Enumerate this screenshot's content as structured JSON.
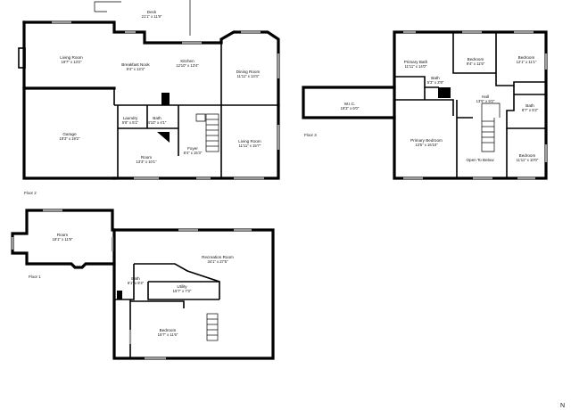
{
  "floors": {
    "floor2": {
      "label": "Floor 2"
    },
    "floor1": {
      "label": "Floor 1"
    },
    "floor3": {
      "label": "Floor 3"
    }
  },
  "rooms": {
    "deck": {
      "name": "Deck",
      "dims": "21'1\" x 11'9\""
    },
    "living_room_1": {
      "name": "Living Room",
      "dims": "19'7\" x 13'2\""
    },
    "breakfast_nook": {
      "name": "Breakfast Nook",
      "dims": "9'4\" x 13'4\""
    },
    "kitchen": {
      "name": "Kitchen",
      "dims": "12'10\" x 13'4\""
    },
    "dining_room": {
      "name": "Dining Room",
      "dims": "11'11\" x 13'4\""
    },
    "garage": {
      "name": "Garage",
      "dims": "19'3\" x 19'2\""
    },
    "laundry": {
      "name": "Laundry",
      "dims": "5'8\" x 5'1\""
    },
    "bath_f2": {
      "name": "Bath",
      "dims": "4'10\" x 4'1\""
    },
    "room_f2": {
      "name": "Room",
      "dims": "13'3\" x 10'1\""
    },
    "foyer": {
      "name": "Foyer",
      "dims": "8'4\" x 15'3\""
    },
    "living_room_2": {
      "name": "Living Room",
      "dims": "11'11\" x 15'7\""
    },
    "room_f1": {
      "name": "Room",
      "dims": "18'1\" x 11'9\""
    },
    "recreation_room": {
      "name": "Recreation Room",
      "dims": "34'1\" x 27'5\""
    },
    "bath_f1": {
      "name": "Bath",
      "dims": "6'1\" x 8'4\""
    },
    "utility": {
      "name": "Utility",
      "dims": "15'7\" x 7'3\""
    },
    "bedroom_f1": {
      "name": "Bedroom",
      "dims": "15'7\" x 11'6\""
    },
    "primary_bath": {
      "name": "Primary Bath",
      "dims": "11'11\" x 14'0\""
    },
    "bedroom_a": {
      "name": "Bedroom",
      "dims": "9'4\" x 11'5\""
    },
    "bedroom_b": {
      "name": "Bedroom",
      "dims": "12'1\" x 11'1\""
    },
    "bath_f3a": {
      "name": "Bath",
      "dims": "5'3\" x 2'9\""
    },
    "wic": {
      "name": "W.I.C.",
      "dims": "19'3\" x 6'0\""
    },
    "hall": {
      "name": "Hall",
      "dims": "13'5\" x 9'2\""
    },
    "bath_f3b": {
      "name": "Bath",
      "dims": "8'7\" x 5'2\""
    },
    "primary_bedroom": {
      "name": "Primary Bedroom",
      "dims": "13'5\" x 16'10\""
    },
    "open_to_below": {
      "name": "Open To Below",
      "dims": ""
    },
    "bedroom_c": {
      "name": "Bedroom",
      "dims": "11'11\" x 10'0\""
    }
  },
  "compass": {
    "label": "N"
  },
  "colors": {
    "wall": "#000000",
    "window": "#9a9a9a",
    "background": "#ffffff"
  }
}
